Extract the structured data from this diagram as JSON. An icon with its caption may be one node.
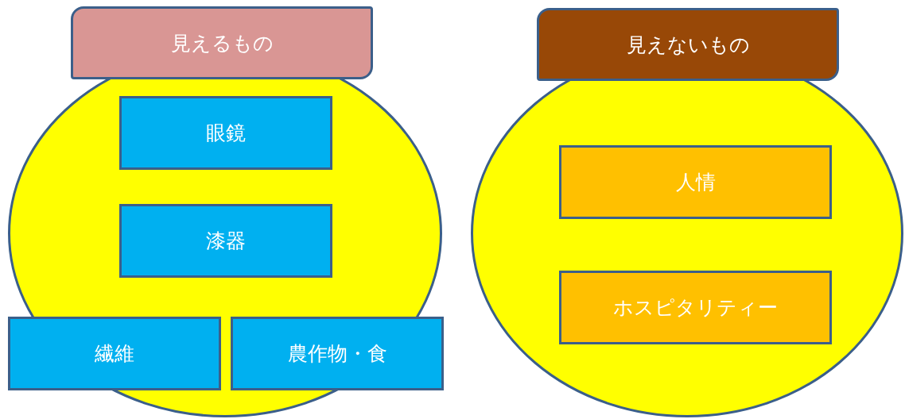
{
  "diagram": {
    "nodes": [
      {
        "text": [
          "見えるもの"
        ]
      },
      {
        "text": [],
        "shape": "circle"
      },
      {
        "text": [
          "眼鏡"
        ],
        "in": 1
      },
      {
        "text": [
          "漆器"
        ],
        "in": 1
      },
      {
        "text": [
          "繊維"
        ],
        "in": 1
      },
      {
        "text": [
          "農作物・食"
        ],
        "in": 1
      },
      {
        "text": [
          "見えないもの"
        ]
      },
      {
        "text": [],
        "shape": "circle"
      },
      {
        "text": [
          "人情"
        ],
        "in": 7
      },
      {
        "text": [
          "ホスピタリティー"
        ],
        "in": 7
      }
    ]
  }
}
